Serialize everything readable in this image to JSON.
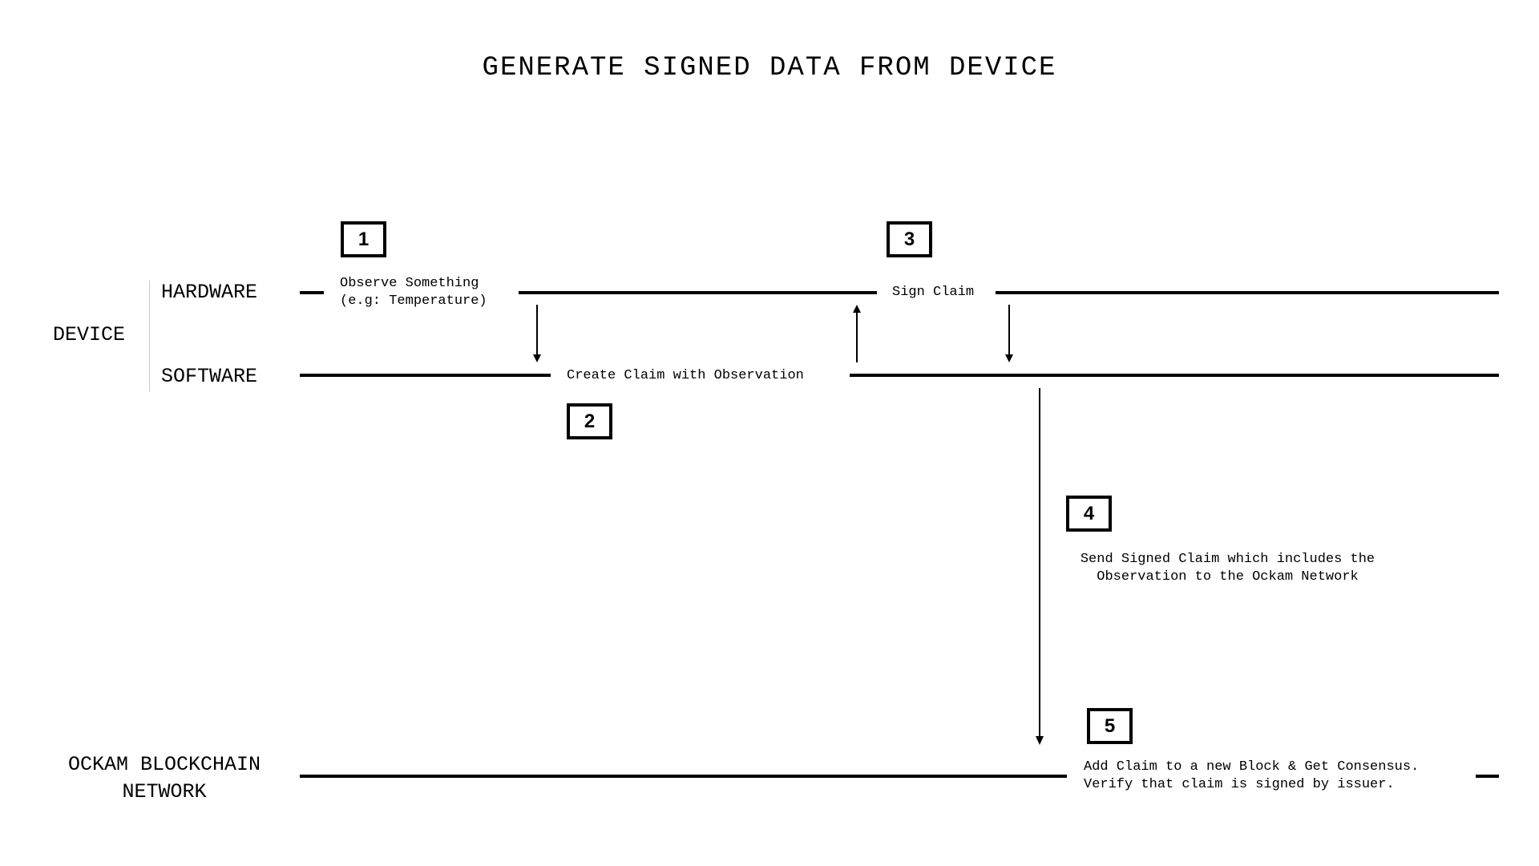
{
  "title": "GENERATE SIGNED DATA FROM DEVICE",
  "lanes": {
    "device_group": "DEVICE",
    "hardware": "HARDWARE",
    "software": "SOFTWARE",
    "network_line1": "OCKAM BLOCKCHAIN",
    "network_line2": "NETWORK"
  },
  "steps": [
    {
      "number": "1",
      "line1": "Observe Something",
      "line2": "(e.g: Temperature)"
    },
    {
      "number": "2",
      "line1": "Create Claim with Observation"
    },
    {
      "number": "3",
      "line1": "Sign Claim"
    },
    {
      "number": "4",
      "line1": "Send Signed Claim which includes the",
      "line2": "Observation to the Ockam Network"
    },
    {
      "number": "5",
      "line1": "Add Claim to a new Block & Get Consensus.",
      "line2": "Verify that claim is signed by issuer."
    }
  ],
  "arrows": [
    {
      "from": "hardware",
      "to": "software",
      "after_step": "1"
    },
    {
      "from": "software",
      "to": "hardware",
      "after_step": "2"
    },
    {
      "from": "hardware",
      "to": "software",
      "after_step": "3"
    },
    {
      "from": "software",
      "to": "network",
      "after_step": "4"
    }
  ]
}
